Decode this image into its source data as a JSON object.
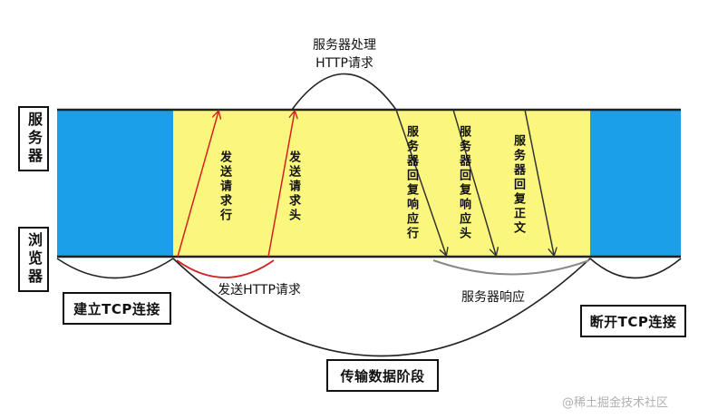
{
  "server_label": "服务器",
  "browser_label": "浏览器",
  "top_label": {
    "line1": "服务器处理",
    "line2": "HTTP请求"
  },
  "arrows": [
    {
      "label": "发送请求行"
    },
    {
      "label": "发送请求头"
    },
    {
      "label": "服务器回复响应行"
    },
    {
      "label": "服务器回复响应头"
    },
    {
      "label": "服务器回复正文"
    }
  ],
  "send_label": "发送HTTP请求",
  "response_label": "服务器响应",
  "connect_box": "建立TCP连接",
  "disconnect_box": "断开TCP连接",
  "transfer_box": "传输数据阶段",
  "watermark": "@稀土掘金技术社区",
  "colors": {
    "connection_phase": "#1a9fe8",
    "transfer_phase": "#fbf67d",
    "request_arrow": "#d42020",
    "response_arrow": "#333333",
    "response_curve": "#888888"
  }
}
